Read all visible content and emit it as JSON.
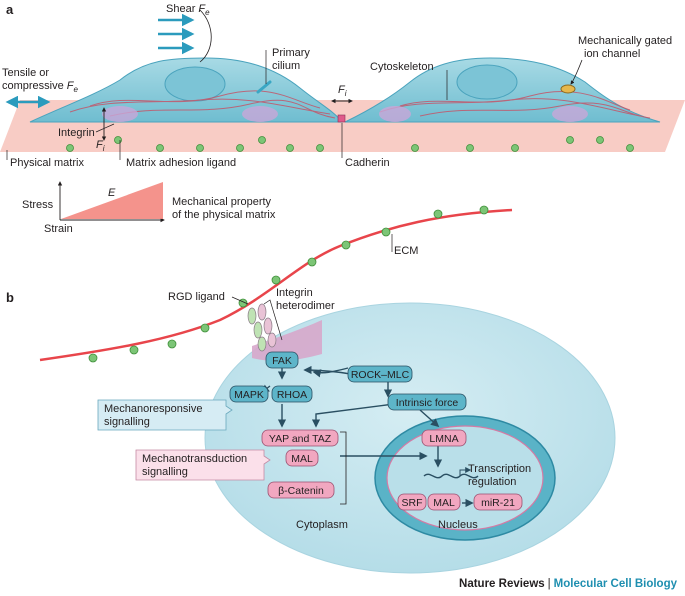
{
  "panel_a": {
    "label": "a",
    "shear": "Shear",
    "shear_sub": "F",
    "shear_subscript": "e",
    "tensile_line1": "Tensile or",
    "tensile_line2": "compressive",
    "tensile_f": "F",
    "tensile_subscript": "e",
    "primary_cilium_line1": "Primary",
    "primary_cilium_line2": "cilium",
    "cytoskeleton": "Cytoskeleton",
    "ion_channel_line1": "Mechanically gated",
    "ion_channel_line2": "ion channel",
    "fi_top": "F",
    "fi_top_sub": "i",
    "integrin": "Integrin",
    "fi_left": "F",
    "fi_left_sub": "i",
    "physical_matrix": "Physical matrix",
    "matrix_adhesion_ligand": "Matrix adhesion ligand",
    "cadherin": "Cadherin",
    "stress": "Stress",
    "strain": "Strain",
    "e": "E",
    "mech_prop_line1": "Mechanical property",
    "mech_prop_line2": "of the physical matrix"
  },
  "panel_b": {
    "label": "b",
    "ecm": "ECM",
    "rgd_ligand": "RGD ligand",
    "integrin_line1": "Integrin",
    "integrin_line2": "heterodimer",
    "fak": "FAK",
    "rock_mlc": "ROCK–MLC",
    "mapk": "MAPK",
    "rhoa": "RHOA",
    "intrinsic_force": "Intrinsic force",
    "mechanoresponsive_line1": "Mechanoresponsive",
    "mechanoresponsive_line2": "signalling",
    "yap_taz": "YAP and TAZ",
    "mal_cyto": "MAL",
    "beta_catenin": "β-Catenin",
    "mechanotransduction_line1": "Mechanotransduction",
    "mechanotransduction_line2": "signalling",
    "lmna": "LMNA",
    "transcription_line1": "Transcription",
    "transcription_line2": "regulation",
    "srf": "SRF",
    "mal_nuc": "MAL",
    "mir21": "miR-21",
    "cytoplasm": "Cytoplasm",
    "nucleus": "Nucleus"
  },
  "footer": {
    "journal": "Nature Reviews",
    "separator": "|",
    "subject": "Molecular Cell Biology"
  },
  "colors": {
    "cell_fill": "#8fcfdc",
    "cell_stroke": "#4aa3bd",
    "matrix_fill": "#f7c6bf",
    "ecm_line": "#e8454b",
    "ligand_green": "#7cc576",
    "node_teal": "#5db5c9",
    "node_pink": "#f1a7c0",
    "callout_blue": "#d6ecf4",
    "callout_pink": "#fbe0ea",
    "arrow": "#2a4f62",
    "cytoskeleton": "#c2566a",
    "footer_accent": "#1f8fb0"
  }
}
